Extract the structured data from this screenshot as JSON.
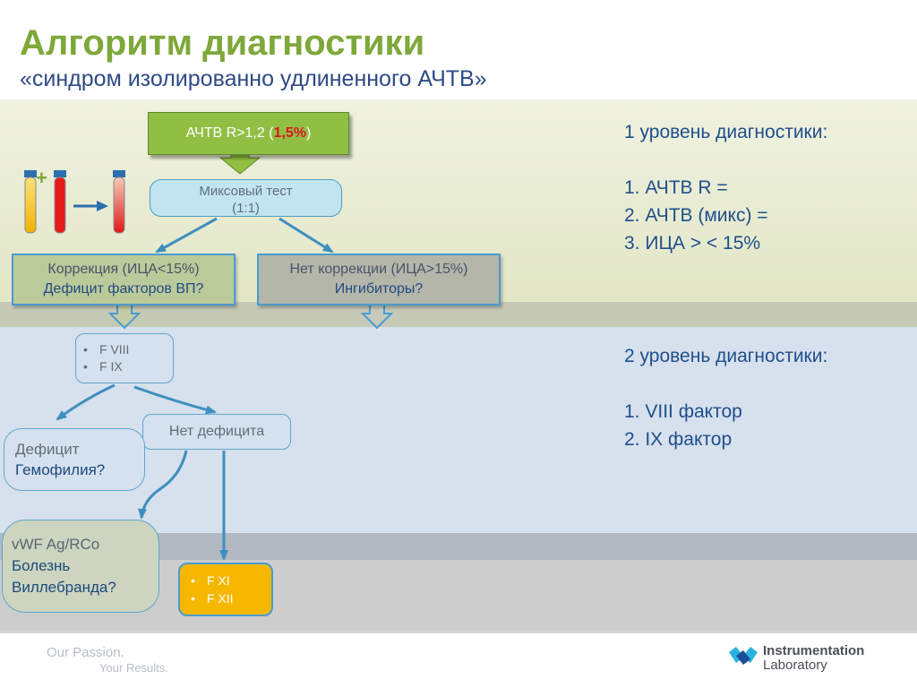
{
  "header": {
    "title": "Алгоритм диагностики",
    "subtitle": "«синдром изолированно удлиненного АЧТВ»"
  },
  "diagram": {
    "apttv_box": {
      "prefix": "АЧТВ R>1,2 (",
      "highlight": "1,5%",
      "suffix": ")"
    },
    "mix_test": {
      "line1": "Миксовый тест",
      "line2": "(1:1)"
    },
    "plus_sign": "+",
    "correction": {
      "line1": "Коррекция (ИЦА<15%)",
      "line2": "Дефицит факторов ВП?"
    },
    "no_correction": {
      "line1": "Нет коррекции (ИЦА>15%)",
      "line2": "Ингибиторы?"
    },
    "factors_1": [
      "F VIII",
      "F IX"
    ],
    "no_deficit": "Нет дефицита",
    "deficit": {
      "line1": "Дефицит",
      "line2": "Гемофилия?"
    },
    "vwf": {
      "line1": "vWF Ag/RCo",
      "line2": "Болезнь",
      "line3": "Виллебранда?"
    },
    "factors_2": [
      "F XI",
      "F XII"
    ],
    "bullet": "•"
  },
  "levels": {
    "level1": {
      "heading": "1 уровень диагностики:",
      "items": [
        "1. АЧТВ R =",
        "2. АЧТВ (микс) =",
        "3. ИЦА > < 15%"
      ]
    },
    "level2": {
      "heading": "2 уровень диагностики:",
      "items": [
        "1. VIII фактор",
        "2. IX фактор"
      ]
    }
  },
  "footer": {
    "passion": "Our Passion.",
    "results": "Your Results.",
    "logo_line1": "Instrumentation",
    "logo_line2": "Laboratory"
  },
  "colors": {
    "title_green": "#7ea83a",
    "accent_blue": "#1e4f8c",
    "highlight_red": "#e0141e",
    "box_green": "#91bf44",
    "factor_orange": "#f6b700",
    "arrow_blue": "#3d8fbf"
  }
}
